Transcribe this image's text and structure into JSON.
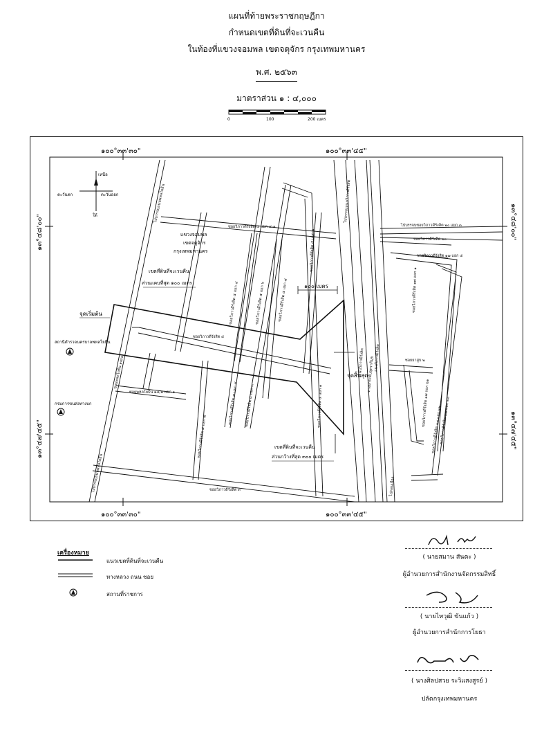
{
  "title": {
    "line1": "แผนที่ท้ายพระราชกฤษฎีกา",
    "line2": "กำหนดเขตที่ดินที่จะเวนคืน",
    "line3": "ในท้องที่แขวงจอมพล เขตจตุจักร กรุงเทพมหานคร",
    "year": "พ.ศ. ๒๕๖๓",
    "scale": "มาตราส่วน ๑ : ๔,๐๐๐"
  },
  "scalebar": {
    "ticks": [
      "0",
      "100",
      "200 เมตร"
    ]
  },
  "map": {
    "coords": {
      "top_left": "๑๐๐°๓๓'๓๐\"",
      "top_right": "๑๐๐°๓๓'๔๕\"",
      "bottom_left": "๑๐๐°๓๓'๓๐\"",
      "bottom_right": "๑๐๐°๓๓'๔๕\"",
      "left_upper": "๑๓°๔๘'๐๐\"",
      "left_lower": "๑๓°๔๗'๔๕\"",
      "right_upper": "๑๓°๔๘'๐๐\"",
      "right_lower": "๑๓°๔๗'๔๕\""
    },
    "compass": {
      "north": "เหนือ",
      "south": "ใต้",
      "east": "ตะวันออก",
      "west": "ตะวันตก"
    },
    "district": [
      "แขวงจอมพล",
      "เขตจตุจักร",
      "กรุงเทพมหานคร"
    ],
    "annotations": {
      "width_min": [
        "เขตที่ดินที่จะเวนคืน",
        "ส่วนแคบที่สุด ๑๐๐ เมตร"
      ],
      "width_max": [
        "เขตที่ดินที่จะเวนคืน",
        "ส่วนกว้างที่สุด ๓๐๐ เมตร"
      ],
      "dist_100": "๑๐๐ เมตร",
      "start": "จุดเริ่มต้น",
      "end": "จุดสิ้นสุด"
    },
    "places": {
      "place1": "สถานีตำรวจนครบาลพหลโยธิน",
      "place2": "กรมการขนส่งทางบก"
    },
    "roads": {
      "vibhavadi_top": "ไปบรรจบถนนวิภาวดีรังสิต",
      "vibhavadi_bottom": "ไปบรรจบถนนวิภาวดีรังสิต",
      "phahon_top": "ไปบรรจบถนนพหลโยธิน",
      "phahon_bottom": "ไปบรรจบถนนพหลโยธิน",
      "vibhavadi_left": "ถนนวิภาวดีรังสิต",
      "vibhavadi_right": "ถนนวิภาวดีรังสิต",
      "expressway": "ทางยกระดับอุตราภิมุข",
      "to_donmueang": "ไปดอนเมือง",
      "soi_5_4_1": "ซอยวิภาวดีรังสิต ๕ แยก ๔-๑",
      "soi_5": "ซอยวิภาวดีรังสิต ๕",
      "soi_3": "ซอยวิภาวดีรังสิต ๓",
      "soi_5_4": "ซอยวิภาวดีรังสิต ๕ แยก ๔",
      "soi_5_6": "ซอยวิภาวดีรังสิต ๕ แยก ๖",
      "soi_5_8": "ซอยวิภาวดีรังสิต ๕ แยก ๘",
      "soi_5_5": "ซอยวิภาวดีรังสิต ๕ แยก ๕",
      "soi_5_3": "ซอยวิภาวดีรังสิต ๕ แยก ๓",
      "soi_5_1": "ซอยวิภาวดีรังสิต ๕ แยก ๑",
      "soi_5_2": "ซอยวิภาวดีรังสิต ๕ แยก ๒",
      "soi_5_7": "ซอยวิภาวดีรังสิต ๕ แยก ๗",
      "phahon_18_1": "ซอยพหลโยธิน ๑๘/๑",
      "phahon_18_1_1": "ซอยพหลโยธิน ๑๘/๑ แยก ๑",
      "soi_20_3": "ไปบรรจบซอยวิภาวดีรังสิต ๒๐ แยก ๓",
      "soi_20": "ซอยวิภาวดีรังสิต ๒๐",
      "soi_17_5": "ซอยวิภาวดีรังสิต ๑๗ แยก ๕",
      "soi_17_1": "ซอยวิภาวดีรังสิต ๑๗ แยก ๑",
      "soi_2": "ซอยยาสูบ ๒",
      "soi_17_21": "ซอยวิภาวดีรังสิต ๑๗ แยก ๒๑",
      "soi_17_22": "ซอยวิภาวดีรังสิต ๑๗ แยก ๒๒",
      "soi_17_26": "ซอยวิภาวดีรังสิต ๑๗ แยก ๒๖"
    }
  },
  "legend": {
    "title": "เครื่องหมาย",
    "items": [
      {
        "label": "แนวเขตที่ดินที่จะเวนคืน"
      },
      {
        "label": "ทางหลวง ถนน ซอย"
      },
      {
        "label": "สถานที่ราชการ"
      }
    ]
  },
  "signatures": [
    {
      "name": "( นายสมาน สันตะ )",
      "position": "ผู้อำนวยการสำนักงานจัดกรรมสิทธิ์"
    },
    {
      "name": "( นายไทวุฒิ ขันแก้ว )",
      "position": "ผู้อำนวยการสำนักการโยธา"
    },
    {
      "name": "( นางศิลปสวย ระวิแสงสูรย์ )",
      "position": "ปลัดกรุงเทพมหานคร"
    }
  ]
}
